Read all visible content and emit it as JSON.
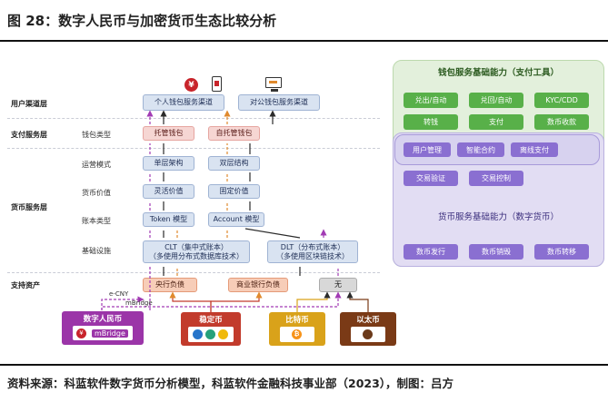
{
  "title": "图 28：数字人民币与加密货币生态比较分析",
  "source": "资料来源：科蓝软件数字货币分析模型，科蓝软件金融科技事业部（2023），制图：吕方",
  "layers": {
    "user_channel": "用户渠道层",
    "payment_service": "支付服务层",
    "currency_service": "货币服务层",
    "support_assets": "支持资产"
  },
  "sublabels": {
    "wallet_type": "钱包类型",
    "operation_mode": "运营模式",
    "currency_value": "货币价值",
    "ledger_type": "账本类型",
    "infrastructure": "基础设施"
  },
  "boxes": {
    "personal_wallet": "个人钱包服务渠道",
    "corporate_wallet": "对公钱包服务渠道",
    "custodial_wallet": "托管钱包",
    "self_custody_wallet": "自托管钱包",
    "single_tier": "单层架构",
    "two_tier": "双层结构",
    "flexible_value": "灵活价值",
    "fixed_value": "固定价值",
    "token_model": "Token 模型",
    "account_model": "Account 模型",
    "clt_line1": "CLT（集中式账本）",
    "clt_line2": "（多使用分布式数据库技术）",
    "dlt_line1": "DLT（分布式账本）",
    "dlt_line2": "（多使用区块链技术）",
    "central_bank_liability": "央行负债",
    "commercial_bank_liability": "商业银行负债",
    "none": "无"
  },
  "link_labels": {
    "ecny": "e-CNY",
    "mbridge": "mBridge"
  },
  "assets": {
    "ecny": {
      "title": "数字人民币",
      "chip": "mBridge",
      "color": "#9b35a8"
    },
    "stablecoin": {
      "title": "稳定币",
      "color": "#c23b2c"
    },
    "bitcoin": {
      "title": "比特币",
      "color": "#d9a21a"
    },
    "ether": {
      "title": "以太币",
      "color": "#7a3a16"
    }
  },
  "wallet_panel": {
    "title": "钱包服务基础能力（支付工具）",
    "buttons": [
      "兑出/自动",
      "兑回/自动",
      "KYC/CDD",
      "转钱",
      "支付",
      "数币收款"
    ]
  },
  "shared_panel": {
    "buttons": [
      "用户管理",
      "智能合约",
      "离线支付"
    ]
  },
  "currency_panel": {
    "title": "货币服务基础能力（数字货币）",
    "buttons_top": [
      "交易验证",
      "交易控制"
    ],
    "buttons_bottom": [
      "数币发行",
      "数币销毁",
      "数币转移"
    ]
  },
  "colors": {
    "green": "#58b049",
    "purple": "#8a6fd1",
    "arrow_dark": "#2b2b2b",
    "arrow_orange": "#e08a2e",
    "arrow_purple": "#a23bb4"
  }
}
